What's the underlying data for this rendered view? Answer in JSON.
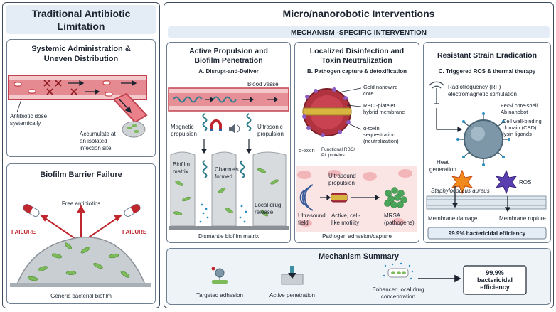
{
  "left": {
    "title_line1": "Traditional Antibiotic",
    "title_line2": "Limitation",
    "systemic": {
      "title_line1": "Systemic Administration &",
      "title_line2": "Uneven Distribution",
      "dose_line1": "Antibiotic dose",
      "dose_line2": "systemically",
      "acc_line1": "Accumulate at",
      "acc_line2": "an isolated",
      "acc_line3": "infection site"
    },
    "biofilm": {
      "title": "Biofilm Barrier Failure",
      "free": "Free antibiotics",
      "failure_left": "FAILURE",
      "failure_right": "FAILURE",
      "caption": "Generic bacterial biofilm"
    }
  },
  "right": {
    "title": "Micro/nanorobotic Interventions",
    "subtitle": "MECHANISM -SPECIFIC INTERVENTION",
    "col_a": {
      "title_line1": "Active Propulsion and",
      "title_line2": "Biofilm Penetration",
      "sub": "A. Disrupt-and-Deliver",
      "blood": "Blood vessel",
      "mag_line1": "Magnetic",
      "mag_line2": "propulsion",
      "ultra_line1": "Ultrasonic",
      "ultra_line2": "propulsion",
      "matrix_line1": "Biofilm",
      "matrix_line2": "matrix",
      "chan_line1": "Channels",
      "chan_line2": "formed",
      "local_line1": "Local drug",
      "local_line2": "release",
      "caption": "Dismantle biofilm matrix"
    },
    "col_b": {
      "title_line1": "Localized Disinfection and",
      "title_line2": "Toxin Neutralization",
      "sub": "B. Pathogen capture & detoxification",
      "gold_line1": "Gold nanowire",
      "gold_line2": "core",
      "rbc_line1": "RBC -platelet",
      "rbc_line2": "hybrid membrane",
      "atox_line1": "α-toxin",
      "atox_line2": "sequestration",
      "atox_line3": "(neutralization)",
      "atox_small": "α-toxin",
      "func_line1": "Functional RBC/",
      "func_line2": "PL proteins",
      "us_line1": "Ultrasound",
      "us_line2": "propulsion",
      "field_line1": "Ultrasound",
      "field_line2": "field",
      "active_line1": "Active, cell-",
      "active_line2": "like motility",
      "mrsa_line1": "MRSA",
      "mrsa_line2": "(pathogens)",
      "caption": "Pathogen adhesion/capture"
    },
    "col_c": {
      "title": "Resistant Strain Eradication",
      "sub": "C. Triggered ROS & thermal therapy",
      "rf_line1": "Radiofrequency (RF)",
      "rf_line2": "electromagnetic stimulation",
      "fesi_line1": "Fe/Si core-shell",
      "fesi_line2": "Ab nanobot",
      "cbd_line1": "Cell wall-binding",
      "cbd_line2": "domain (CBD)",
      "cbd_line3": "lysin ligands",
      "heat_line1": "Heat",
      "heat_line2": "generation",
      "ros": "ROS",
      "staph": "Staphylococcus aureus",
      "damage": "Membrane damage",
      "rupture": "Membrane rupture",
      "efficiency": "99.9% bactericidal efficiency"
    },
    "summary": {
      "title": "Mechanism Summary",
      "adhesion": "Targeted adhesion",
      "penetration": "Active penetration",
      "enhanced_line1": "Enhanced local drug",
      "enhanced_line2": "concentration",
      "result_line1": "99.9%",
      "result_line2": "bactericidal",
      "result_line3": "efficiency"
    }
  },
  "colors": {
    "panel_border": "#6f7f92",
    "header_fill": "#e4edf6",
    "vessel": "#c2434f",
    "failure": "#c0262d",
    "bacteria": "#7dbb5a",
    "robot": "#3a8fa0"
  }
}
